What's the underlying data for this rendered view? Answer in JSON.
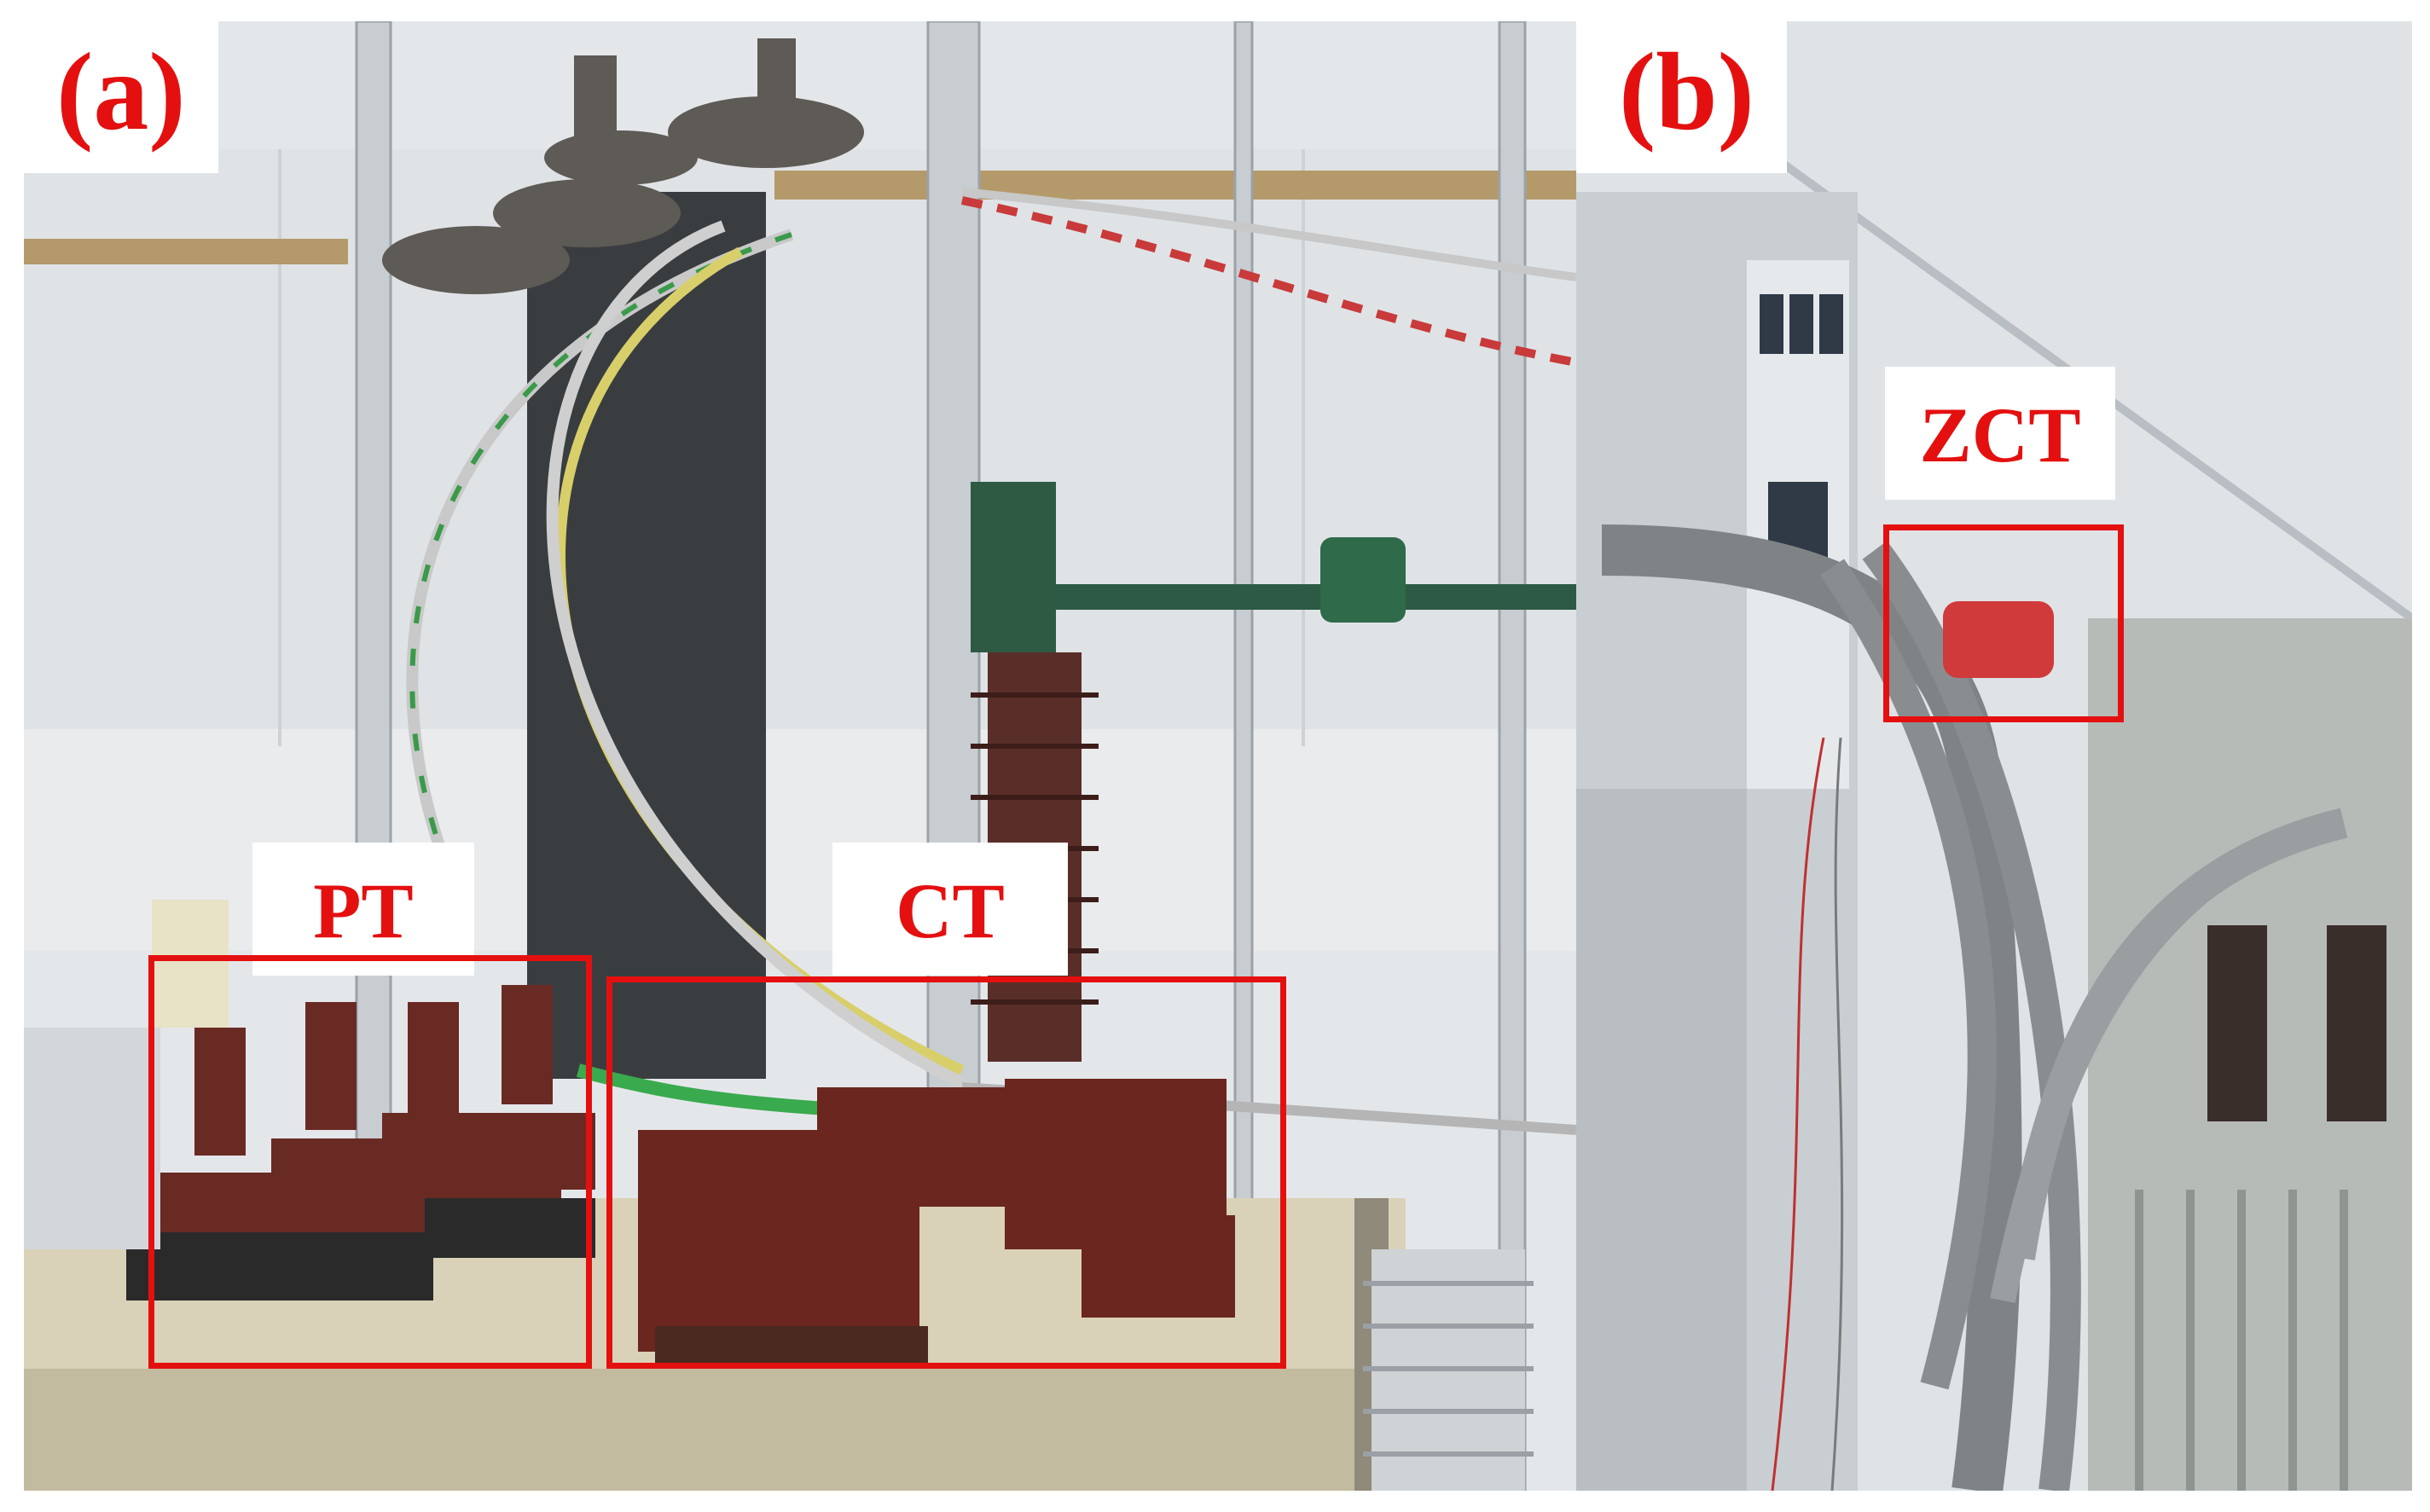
{
  "panels": {
    "a": {
      "tag": "(a)",
      "callouts": {
        "pt": "PT",
        "ct": "CT"
      }
    },
    "b": {
      "tag": "(b)",
      "callouts": {
        "zct": "ZCT"
      }
    }
  },
  "colors": {
    "annotation": "#e41010",
    "wall": "#dfe3e7",
    "porcelain": "#6a2a24",
    "cable": "#8a8d90"
  }
}
